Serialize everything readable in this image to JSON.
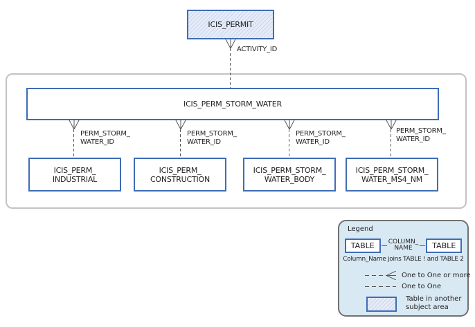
{
  "colors": {
    "table_border": "#3e6db5",
    "hatch_stripe": "#c9d6ee",
    "hatch_base": "#e6ecf8",
    "legend_background": "#d9e9f3",
    "legend_border": "#707070",
    "subject_area_border": "#c2c2c2",
    "connector_line": "#555555",
    "text": "#222222"
  },
  "diagram": {
    "parent_table": {
      "name": "ICIS_PERMIT"
    },
    "parent_connector": {
      "label": "ACTIVITY_ID",
      "type": "one-to-one-or-more"
    },
    "subject_area": {
      "main_table": {
        "name": "ICIS_PERM_STORM_WATER"
      },
      "connectors": [
        {
          "label_line1": "PERM_STORM_",
          "label_line2": "WATER_ID",
          "type": "one-to-one-or-more"
        },
        {
          "label_line1": "PERM_STORM_",
          "label_line2": "WATER_ID",
          "type": "one-to-one-or-more"
        },
        {
          "label_line1": "PERM_STORM_",
          "label_line2": "WATER_ID",
          "type": "one-to-one-or-more"
        },
        {
          "label_line1": "PERM_STORM_",
          "label_line2": "WATER_ID",
          "type": "one-to-one-or-more"
        }
      ],
      "child_tables": [
        {
          "name_line1": "ICIS_PERM_",
          "name_line2": "INDUSTRIAL"
        },
        {
          "name_line1": "ICIS_PERM_",
          "name_line2": "CONSTRUCTION"
        },
        {
          "name_line1": "ICIS_PERM_STORM_",
          "name_line2": "WATER_BODY"
        },
        {
          "name_line1": "ICIS_PERM_STORM_",
          "name_line2": "WATER_MS4_NM"
        }
      ]
    }
  },
  "legend": {
    "title": "Legend",
    "sample_table_left": "TABLE",
    "sample_table_right": "TABLE",
    "sample_column_line1": "COLUMN_",
    "sample_column_line2": "NAME",
    "joins_text": "Column_Name joins TABLE ! and TABLE 2",
    "symbols": [
      {
        "label": "One to One or more"
      },
      {
        "label": "One to One"
      }
    ],
    "hatch_note_line1": "Table in another",
    "hatch_note_line2": "subject area"
  }
}
